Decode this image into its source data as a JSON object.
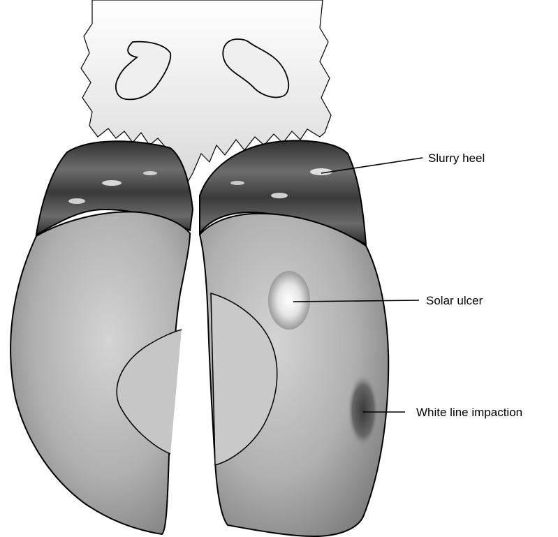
{
  "labels": {
    "slurry_heel": "Slurry heel",
    "solar_ulcer": "Solar ulcer",
    "white_line_impaction": "White line impaction"
  },
  "colors": {
    "outline": "#000000",
    "sole_dark": "#8f8f8f",
    "sole_light": "#c7c7c7",
    "skin": "#f0f0f0",
    "heel_band": "#4a4a4a",
    "lesion": "#4d4d4d"
  }
}
